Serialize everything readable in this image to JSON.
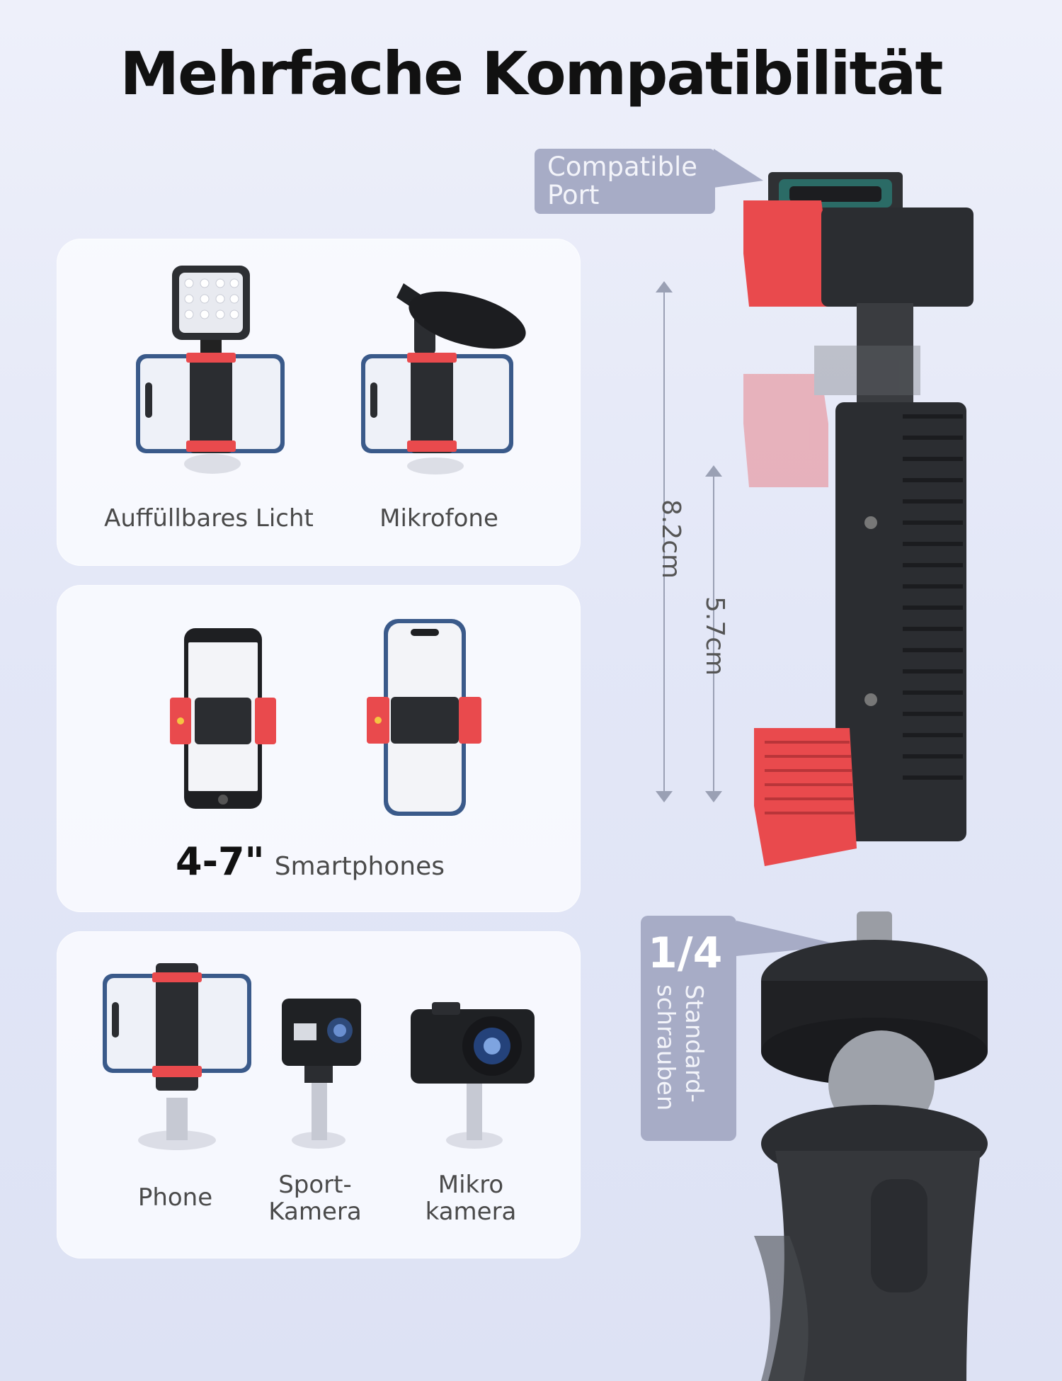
{
  "title": "Mehrfache Kompatibilität",
  "card1": {
    "label_light": "Auffüllbares Licht",
    "label_mic": "Mikrofone"
  },
  "card2": {
    "size_value": "4-7\"",
    "size_text": "Smartphones"
  },
  "card3": {
    "label_phone": "Phone",
    "label_sport": "Sport-\nKamera",
    "label_micro": "Mikro\nkamera"
  },
  "port_tag": "Compatible\nPort",
  "dim_outer": "8.2cm",
  "dim_inner": "5.7cm",
  "screw_tag": {
    "value": "1/4",
    "text": "Standard-\nschrauben"
  },
  "colors": {
    "accent_red": "#e94a4d",
    "dark": "#2b2d31",
    "tag": "#a7acc6"
  }
}
